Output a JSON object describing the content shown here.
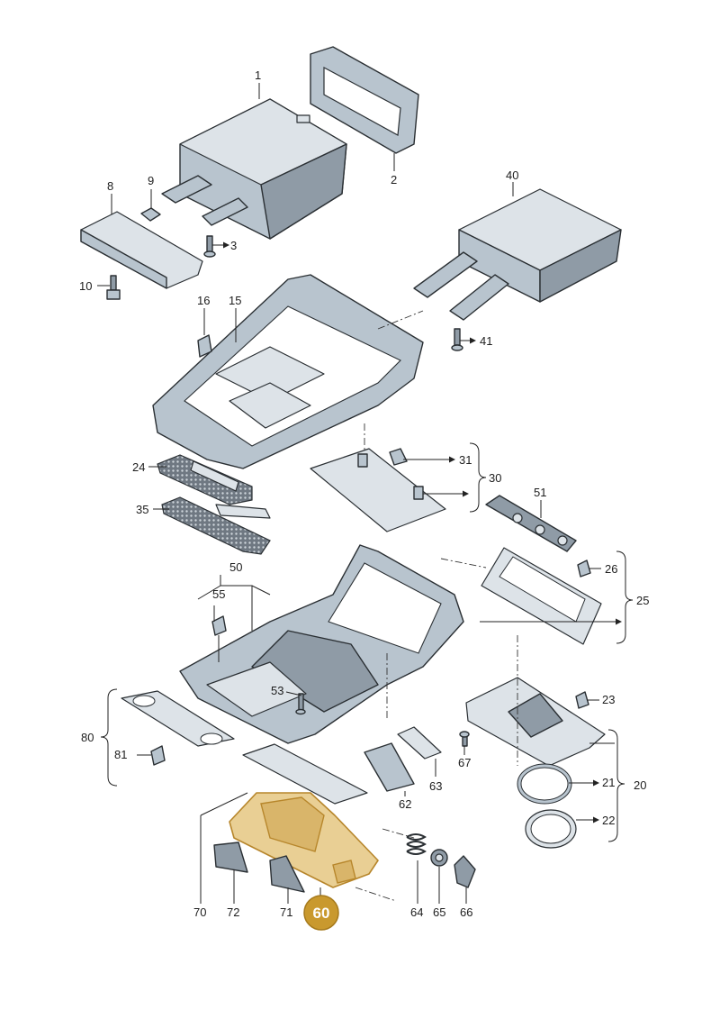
{
  "diagram": {
    "callouts": [
      "1",
      "2",
      "3",
      "8",
      "9",
      "10",
      "40",
      "41",
      "15",
      "16",
      "24",
      "35",
      "31",
      "30",
      "51",
      "50",
      "55",
      "53",
      "26",
      "25",
      "23",
      "21",
      "20",
      "22",
      "80",
      "81",
      "67",
      "62",
      "63",
      "70",
      "72",
      "71",
      "64",
      "65",
      "66"
    ],
    "highlighted_callout": "60"
  },
  "colors": {
    "part": "#b8c4ce",
    "highlight": "#e9cf94",
    "badge": "#c9992e"
  }
}
